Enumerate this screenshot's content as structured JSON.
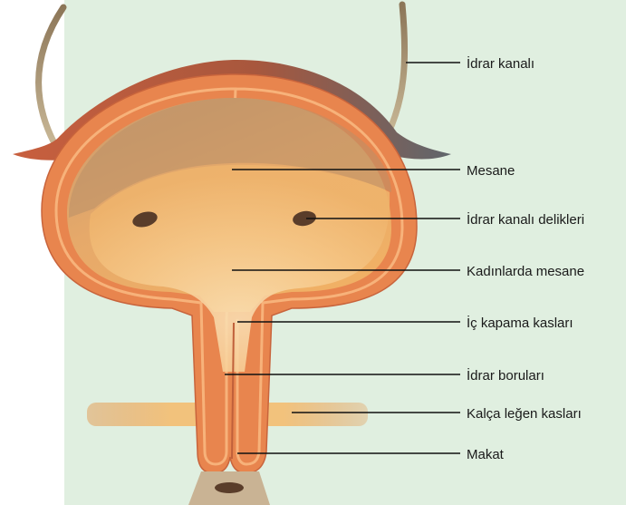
{
  "labels": [
    {
      "id": "urethra-label",
      "text": "İdrar kanalı"
    },
    {
      "id": "bladder-label",
      "text": "Mesane"
    },
    {
      "id": "ureter-openings-label",
      "text": "İdrar kanalı delikleri"
    },
    {
      "id": "female-bladder-label",
      "text": "Kadınlarda mesane"
    },
    {
      "id": "internal-sphincter-label",
      "text": "İç kapama kasları"
    },
    {
      "id": "urinary-tubes-label",
      "text": "İdrar boruları"
    },
    {
      "id": "pelvic-floor-label",
      "text": "Kalça leğen kasları"
    },
    {
      "id": "rectum-label",
      "text": "Makat"
    }
  ],
  "colors": {
    "background_panel": "#e0efe0",
    "bladder_wall": "#e8854e",
    "bladder_wall_dark": "#c0603a",
    "wall_highlight": "#f7b27a",
    "bladder_interior": "#ecad62",
    "inner_light": "#f6c98a",
    "peritoneum_top": "#b85b3d",
    "peritoneum_right": "#6d6a6c",
    "ureter_tube": "#a89474",
    "opening": "#5a3d2a",
    "pelvic_muscle": "#f0c078",
    "rectum": "#c9b394"
  }
}
